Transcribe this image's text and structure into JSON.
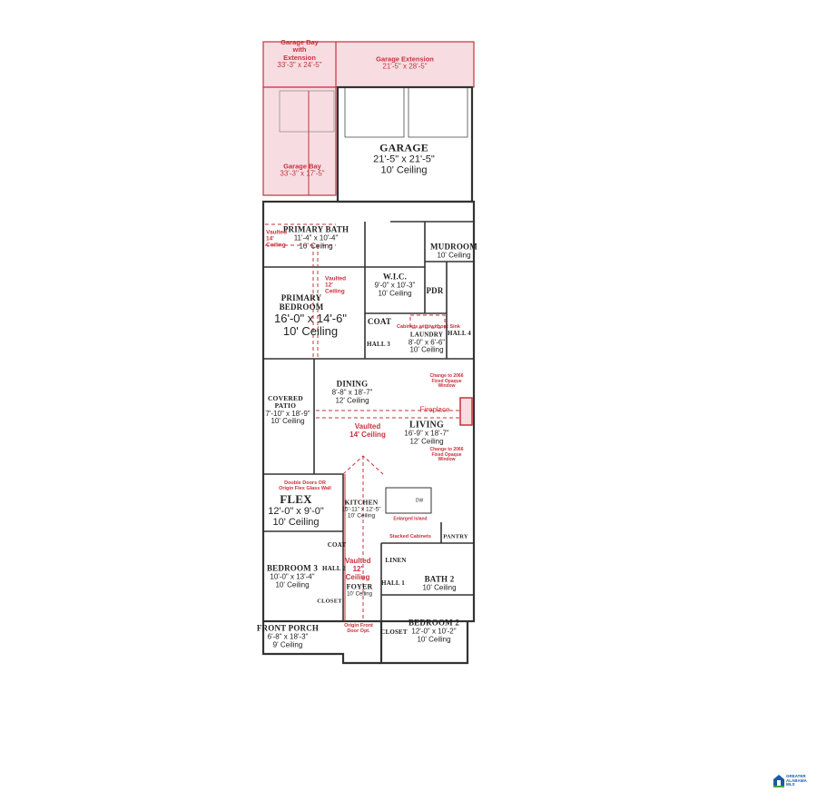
{
  "colors": {
    "wall": "#333333",
    "option_red": "#c8313c",
    "option_fill": "#f7dde2",
    "logo_blue": "#1c5aa6",
    "logo_green": "#3aa845"
  },
  "rooms": {
    "garage_bay_ext": {
      "name": "Garage Bay with Extension",
      "dims": "33'-3\" x 24'-5\""
    },
    "garage_ext": {
      "name": "Garage Extension",
      "dims": "21'-5\" x 28'-5\""
    },
    "garage_bay": {
      "name": "Garage Bay",
      "dims": "33'-3\" x 17'-5\""
    },
    "garage": {
      "name": "GARAGE",
      "dims": "21'-5\" x 21'-5\"",
      "ceiling": "10' Ceiling"
    },
    "primary_bath": {
      "name": "PRIMARY BATH",
      "dims": "11'-4\" x 10'-4\"",
      "ceiling": "10' Ceiling"
    },
    "mudroom": {
      "name": "MUDROOM",
      "ceiling": "10' Ceiling"
    },
    "wic": {
      "name": "W.I.C.",
      "dims": "9'-0\" x 10'-3\"",
      "ceiling": "10' Ceiling"
    },
    "pdr": {
      "name": "PDR"
    },
    "primary_bedroom": {
      "name": "PRIMARY BEDROOM",
      "dims": "16'-0\" x 14'-6\"",
      "ceiling": "10' Ceiling"
    },
    "coat_upper": {
      "name": "COAT"
    },
    "laundry": {
      "name": "LAUNDRY",
      "dims": "8'-0\" x 6'-6\"",
      "ceiling": "10' Ceiling"
    },
    "hall3": {
      "name": "HALL 3"
    },
    "hall4": {
      "name": "HALL 4"
    },
    "dining": {
      "name": "DINING",
      "dims": "8'-8\" x 18'-7\"",
      "ceiling": "12' Ceiling"
    },
    "covered_patio": {
      "name": "COVERED PATIO",
      "dims": "7'-10\" x 18'-9\"",
      "ceiling": "10' Ceiling"
    },
    "living": {
      "name": "LIVING",
      "dims": "16'-9\" x 18'-7\"",
      "ceiling": "12' Ceiling"
    },
    "flex": {
      "name": "FLEX",
      "dims": "12'-0\" x 9'-0\"",
      "ceiling": "10' Ceiling"
    },
    "kitchen": {
      "name": "KITCHEN",
      "dims": "15'-11\" x 12'-5\"",
      "ceiling": "10' Ceiling"
    },
    "pantry": {
      "name": "PANTRY"
    },
    "coat_lower": {
      "name": "COAT"
    },
    "linen": {
      "name": "LINEN"
    },
    "hall2": {
      "name": "HALL 2"
    },
    "bedroom3": {
      "name": "BEDROOM 3",
      "dims": "10'-0\" x 13'-4\"",
      "ceiling": "10' Ceiling"
    },
    "hall1": {
      "name": "HALL 1"
    },
    "bath2": {
      "name": "BATH 2",
      "ceiling": "10' Ceiling"
    },
    "foyer": {
      "name": "FOYER",
      "ceiling": "10' Ceiling"
    },
    "closet_b3": {
      "name": "CLOSET"
    },
    "bedroom2": {
      "name": "BEDROOM 2",
      "dims": "12'-0\" x 10'-2\"",
      "ceiling": "10' Ceiling"
    },
    "closet_b2": {
      "name": "CLOSET"
    },
    "front_porch": {
      "name": "FRONT PORCH",
      "dims": "6'-8\" x 18'-3\"",
      "ceiling": "9' Ceiling"
    }
  },
  "notes": {
    "vaulted14_bath": "Vaulted 14' Ceiling",
    "vaulted12_bed": "Vaulted 12' Ceiling",
    "cabinets": "Cabinets with/without Sink",
    "window_upper": "Change to 2066 Fixed Opaque Window",
    "window_lower": "Change to 2066 Fixed Opaque Window",
    "fireplace": "Fireplace",
    "vaulted14_living": "Vaulted 14' Ceiling",
    "flex_doors": "Double Doors OR Origin Flex Glass Wall",
    "island": "Enlarged Island",
    "stacked": "Stacked Cabinets",
    "vaulted12_foyer": "Vaulted 12' Ceiling",
    "front_door": "Origin Front Door Opt.",
    "dw": "DW"
  },
  "logo": {
    "text": "GREATER ALABAMA MLS"
  }
}
